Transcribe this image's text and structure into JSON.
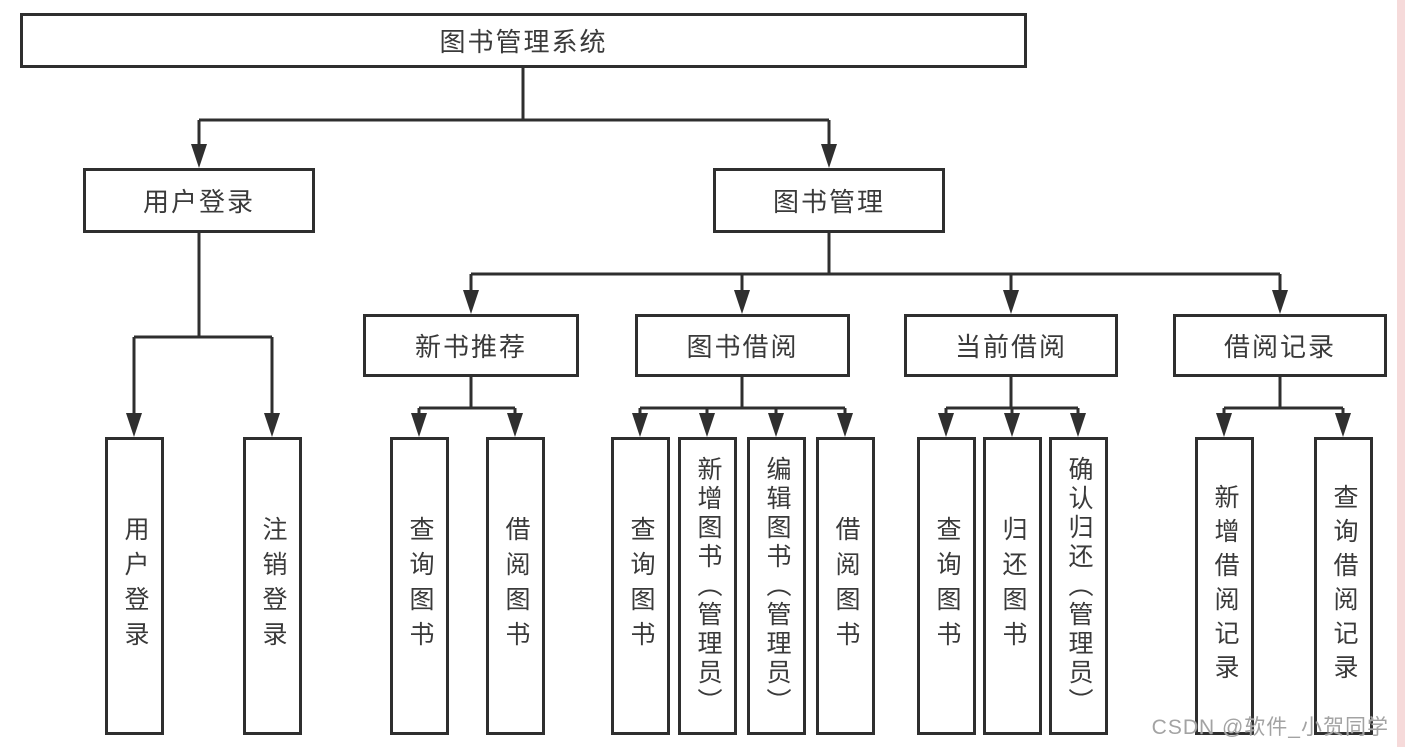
{
  "colors": {
    "background": "#ffffff",
    "line": "#2f2f2f",
    "box_border": "#2f2f2f",
    "text": "#3a3a3a",
    "watermark_text": "#a3a3a3",
    "right_edge_strip": "#f6dada"
  },
  "tree": {
    "root": {
      "label": "图书管理系统"
    },
    "branches": [
      {
        "label": "用户登录",
        "leaves": [
          "用户登录",
          "注销登录"
        ]
      },
      {
        "label": "图书管理",
        "groups": [
          {
            "label": "新书推荐",
            "leaves": [
              "查询图书",
              "借阅图书"
            ]
          },
          {
            "label": "图书借阅",
            "leaves": [
              "查询图书",
              "新增图书（管理员）",
              "编辑图书（管理员）",
              "借阅图书"
            ]
          },
          {
            "label": "当前借阅",
            "leaves": [
              "查询图书",
              "归还图书",
              "确认归还（管理员）"
            ]
          },
          {
            "label": "借阅记录",
            "leaves": [
              "新增借阅记录",
              "查询借阅记录"
            ]
          }
        ]
      }
    ]
  },
  "watermark": {
    "text": "CSDN @软件_小贺同学"
  }
}
